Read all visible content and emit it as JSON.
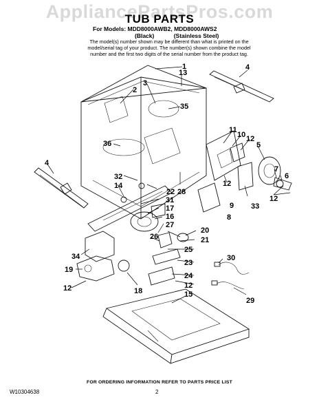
{
  "watermark": "AppliancePartsPros.com",
  "title": "TUB PARTS",
  "models_line": "For Models: MDD8000AWB2, MDD8000AWS2",
  "variants": [
    "(Black)",
    "(Stainless Steel)"
  ],
  "note": "The model(s) number shown may be different than what is printed on the model/serial tag of your product. The number(s) shown combine the model number and the first two digits of the serial number from the product tag.",
  "footer": "FOR ORDERING INFORMATION REFER TO PARTS PRICE LIST",
  "doc_id": "W10304638",
  "page_number": "2",
  "callouts": {
    "c1": "1",
    "c2": "2",
    "c3": "3",
    "c4a": "4",
    "c4b": "4",
    "c5": "5",
    "c6": "6",
    "c7": "7",
    "c8": "8",
    "c9": "9",
    "c10": "10",
    "c11": "11",
    "c12a": "12",
    "c12b": "12",
    "c12c": "12",
    "c12d": "12",
    "c12e": "12",
    "c13": "13",
    "c14": "14",
    "c15": "15",
    "c16": "16",
    "c17": "17",
    "c18": "18",
    "c19": "19",
    "c20": "20",
    "c21": "21",
    "c22": "22",
    "c23": "23",
    "c24": "24",
    "c25": "25",
    "c26": "26",
    "c27": "27",
    "c28": "28",
    "c29": "29",
    "c30": "30",
    "c31": "31",
    "c32": "32",
    "c33": "33",
    "c34": "34",
    "c35": "35",
    "c36": "36"
  }
}
